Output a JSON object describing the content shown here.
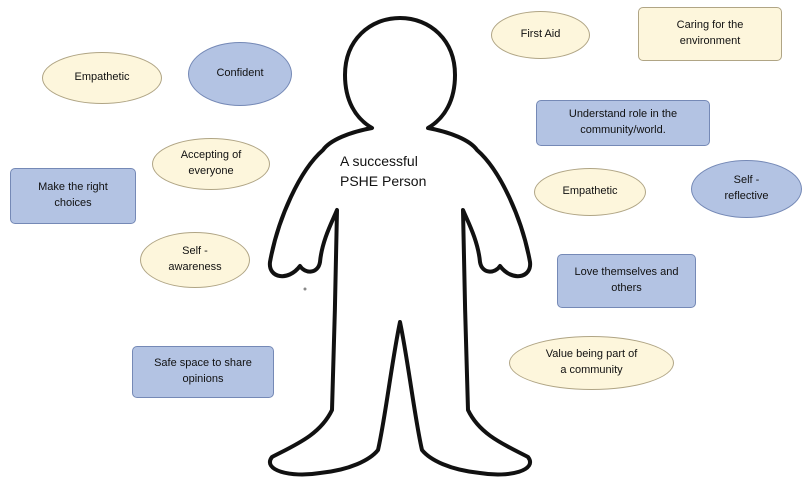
{
  "person": {
    "title": "A successful\nPSHE Person"
  },
  "bubbles": {
    "empathetic_left": "Empathetic",
    "confident": "Confident",
    "accepting": "Accepting of\neveryone",
    "make_right_choices": "Make the right\nchoices",
    "self_awareness": "Self -\nawareness",
    "safe_space": "Safe space to share\nopinions",
    "first_aid": "First Aid",
    "caring_environment": "Caring for the\nenvironment",
    "understand_role": "Understand role in the\ncommunity/world.",
    "empathetic_right": "Empathetic",
    "self_reflective": "Self -\nreflective",
    "love_themselves": "Love themselves and\nothers",
    "value_community": "Value being part of\na community"
  },
  "colors": {
    "cream_fill": "#fdf6dc",
    "blue_fill": "#b3c3e3",
    "outline": "#111111"
  }
}
